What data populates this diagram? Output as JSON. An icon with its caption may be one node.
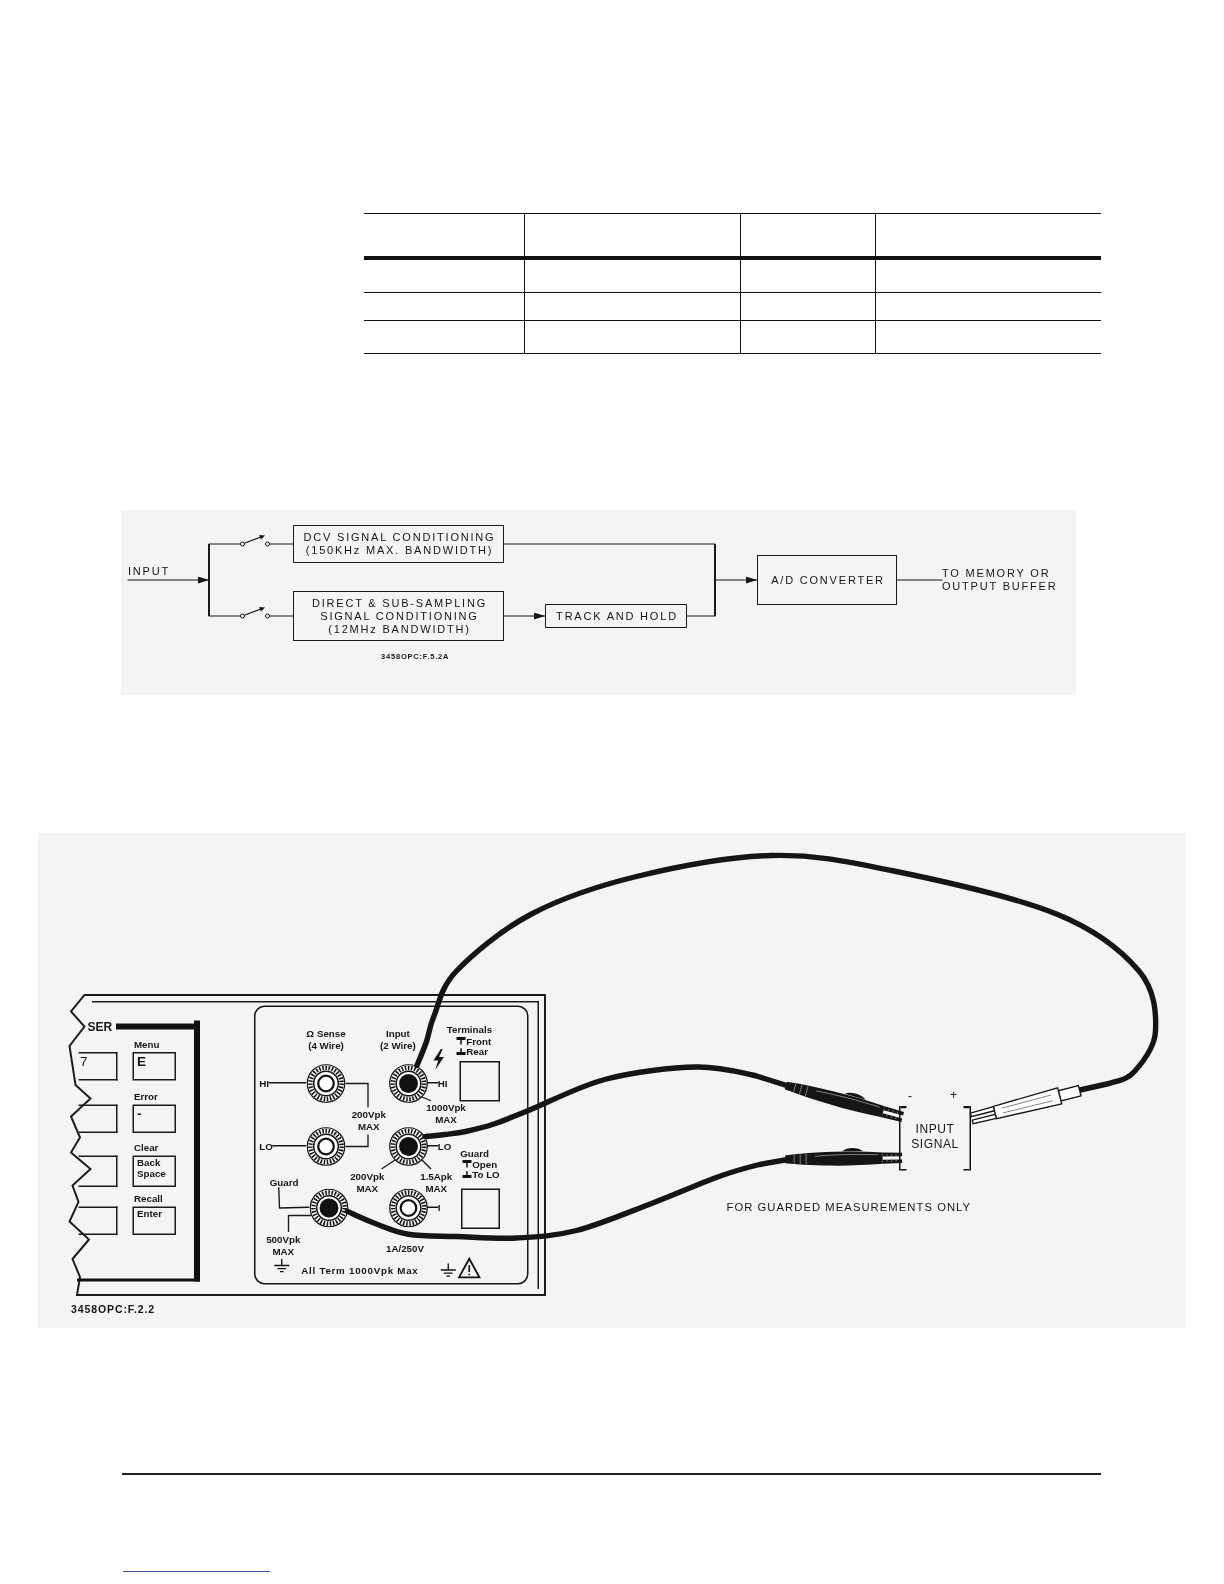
{
  "diagram": {
    "nodes": [
      {
        "text": [
          "INPUT"
        ]
      },
      {
        "text": [],
        "shape": "bar"
      },
      {
        "text": [],
        "shape": "switch"
      },
      {
        "text": [],
        "shape": "switch"
      },
      {
        "text": [
          "DCV SIGNAL CONDITIONING (150KHz MAX. BANDWIDTH)"
        ]
      },
      {
        "text": [
          "DIRECT & SUB-SAMPLING SIGNAL CONDITIONING (12MHz BANDWIDTH)"
        ]
      },
      {
        "text": [
          "TRACK AND HOLD"
        ]
      },
      {
        "text": [],
        "shape": "bar"
      },
      {
        "text": [
          "A/D CONVERTER"
        ]
      },
      {
        "text": [
          "TO MEMORY OR OUTPUT BUFFER"
        ]
      },
      {
        "text": [
          "SER"
        ]
      },
      {
        "text": [
          "7"
        ],
        "in": 10
      },
      {
        "text": [
          "Menu",
          "E"
        ],
        "in": 10
      },
      {
        "text": [],
        "shape": "box",
        "in": 10
      },
      {
        "text": [
          "Error",
          "-"
        ],
        "in": 10
      },
      {
        "text": [],
        "shape": "box",
        "in": 10
      },
      {
        "text": [
          "Clear",
          "Back Space"
        ],
        "in": 10
      },
      {
        "text": [],
        "shape": "box",
        "in": 10
      },
      {
        "text": [
          "Recall",
          "Enter"
        ],
        "in": 10
      },
      {
        "text": [
          "All Term 1000Vpk Max"
        ]
      },
      {
        "text": [
          "Terminals",
          "Front",
          "Rear"
        ],
        "in": 19
      },
      {
        "text": [
          "HI"
        ],
        "in": 19
      },
      {
        "text": [],
        "shape": "circle",
        "in": 19
      },
      {
        "text": [],
        "shape": "circle",
        "in": 19
      },
      {
        "text": [
          "HI"
        ],
        "in": 19
      },
      {
        "text": [
          "LO"
        ],
        "in": 19
      },
      {
        "text": [],
        "shape": "circle",
        "in": 19
      },
      {
        "text": [],
        "shape": "circle",
        "in": 19
      },
      {
        "text": [
          "LO"
        ],
        "in": 19
      },
      {
        "text": [
          "Guard",
          "Open",
          "To LO"
        ],
        "in": 19
      },
      {
        "text": [
          "Guard"
        ],
        "in": 19
      },
      {
        "text": [],
        "shape": "circle",
        "in": 19
      },
      {
        "text": [],
        "shape": "circle",
        "in": 19
      },
      {
        "text": [
          "I"
        ],
        "in": 19
      },
      {
        "text": [
          "INPUT SIGNAL"
        ],
        "beside": [
          "-",
          "+"
        ]
      },
      {
        "text": [],
        "shape": "picture"
      },
      {
        "text": [],
        "shape": "picture"
      },
      {
        "text": [],
        "shape": "picture"
      }
    ],
    "edges": [
      {
        "from": 0,
        "to": 1,
        "arrow": "to"
      },
      {
        "from": 1,
        "to": 2,
        "arrow": "none"
      },
      {
        "from": 1,
        "to": 3,
        "arrow": "none"
      },
      {
        "from": 2,
        "to": 4,
        "arrow": "none"
      },
      {
        "from": 3,
        "to": 5,
        "arrow": "none"
      },
      {
        "from": 4,
        "to": 7,
        "arrow": "none"
      },
      {
        "from": 5,
        "to": 6,
        "arrow": "to"
      },
      {
        "from": 6,
        "to": 7,
        "arrow": "none"
      },
      {
        "from": 7,
        "to": 8,
        "arrow": "to"
      },
      {
        "from": 8,
        "to": 9,
        "arrow": "none"
      },
      {
        "from": 21,
        "to": 22,
        "arrow": "none"
      },
      {
        "from": 24,
        "to": 23,
        "arrow": "none"
      },
      {
        "from": 25,
        "to": 26,
        "arrow": "none"
      },
      {
        "from": 28,
        "to": 27,
        "arrow": "none"
      },
      {
        "from": 30,
        "to": 31,
        "arrow": "none"
      },
      {
        "from": 33,
        "to": 32,
        "arrow": "none"
      },
      {
        "from": 23,
        "to": 36,
        "arrow": "none",
        "style": "thick"
      },
      {
        "from": 27,
        "to": 35,
        "arrow": "none",
        "style": "thick"
      },
      {
        "from": 31,
        "to": 37,
        "arrow": "none",
        "style": "thick"
      }
    ],
    "labels": [
      "3458OPC:F.5.2A",
      "Ω Sense (4 Wire)",
      "Input (2 Wire)",
      "200Vpk MAX",
      "1000Vpk MAX",
      "200Vpk MAX",
      "1.5Apk MAX",
      "500Vpk MAX",
      "1A/250V",
      "FOR GUARDED MEASUREMENTS ONLY",
      "3458OPC:F.2.2"
    ]
  }
}
